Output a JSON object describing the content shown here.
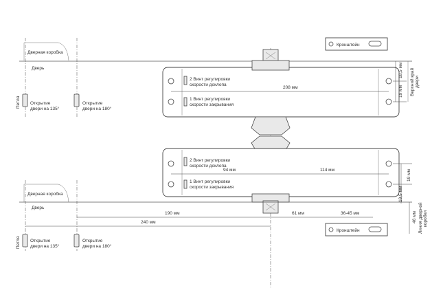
{
  "labels": {
    "door_frame": "Дверная коробка",
    "door": "Дверь",
    "hinge": "Петля",
    "open_135_line1": "Открытие",
    "open_135_line2": "двери на 135°",
    "open_180_line1": "Открытие",
    "open_180_line2": "двери на 180°",
    "bracket": "Кронштейн",
    "screw2_line1": "2 Винт регулировки",
    "screw2_line2": "скорости доклопа",
    "screw1_line1": "1 Винт регулировки",
    "screw1_line2": "скорости закрывания",
    "top_edge_line1": "Верхний край",
    "top_edge_line2": "двери",
    "frame_edge_line1": "Линия дверной",
    "frame_edge_line2": "коробки"
  },
  "dims": {
    "d208": "208 мм",
    "d18_top": "18,5 мм",
    "d19_top": "19 мм",
    "d94": "94 мм",
    "d114": "114 мм",
    "d19_bot": "19 мм",
    "d18_bot": "18,5 мм",
    "d46": "46 мм",
    "d190": "190 мм",
    "d61": "61 мм",
    "d240": "240 мм",
    "d3645": "36-45 мм"
  },
  "colors": {
    "line": "#555555",
    "part_fill": "#e9e9e9",
    "text": "#333333"
  }
}
